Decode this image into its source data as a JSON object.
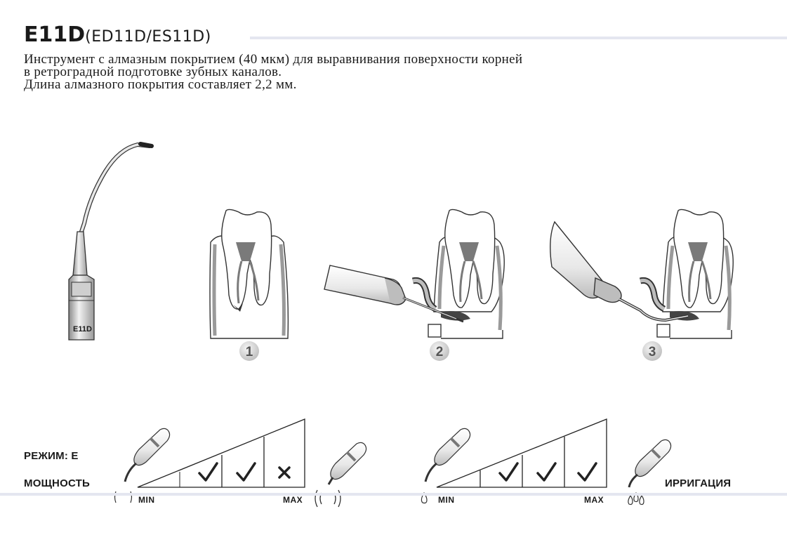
{
  "title": {
    "code": "E11D",
    "variants": "(ED11D/ES11D)"
  },
  "description": {
    "line1": "Инструмент с алмазным покрытием (40 мкм) для выравнивания поверхности корней",
    "line2": "в ретроградной подготовке зубных каналов.",
    "line3": "Длина алмазного покрытия составляет 2,2 мм."
  },
  "tip_marking": "E11D",
  "steps": [
    "1",
    "2",
    "3"
  ],
  "mode_label": "РЕЖИМ: Е",
  "power_label": "МОЩНОСТЬ",
  "irrigation_label": "ИРРИГАЦИЯ",
  "power_scale": {
    "min": "MIN",
    "max": "MAX",
    "levels": [
      {
        "mark": "check",
        "icon": "check-icon"
      },
      {
        "mark": "check",
        "icon": "check-icon"
      },
      {
        "mark": "cross",
        "icon": "cross-icon"
      }
    ]
  },
  "irrigation_scale": {
    "min": "MIN",
    "max": "MAX",
    "levels": [
      {
        "mark": "check",
        "icon": "check-icon"
      },
      {
        "mark": "check",
        "icon": "check-icon"
      },
      {
        "mark": "check",
        "icon": "check-icon"
      }
    ]
  },
  "colors": {
    "divider": "#e4e6f0",
    "badge": "#d9d9d9",
    "ink": "#1a1a1a"
  }
}
